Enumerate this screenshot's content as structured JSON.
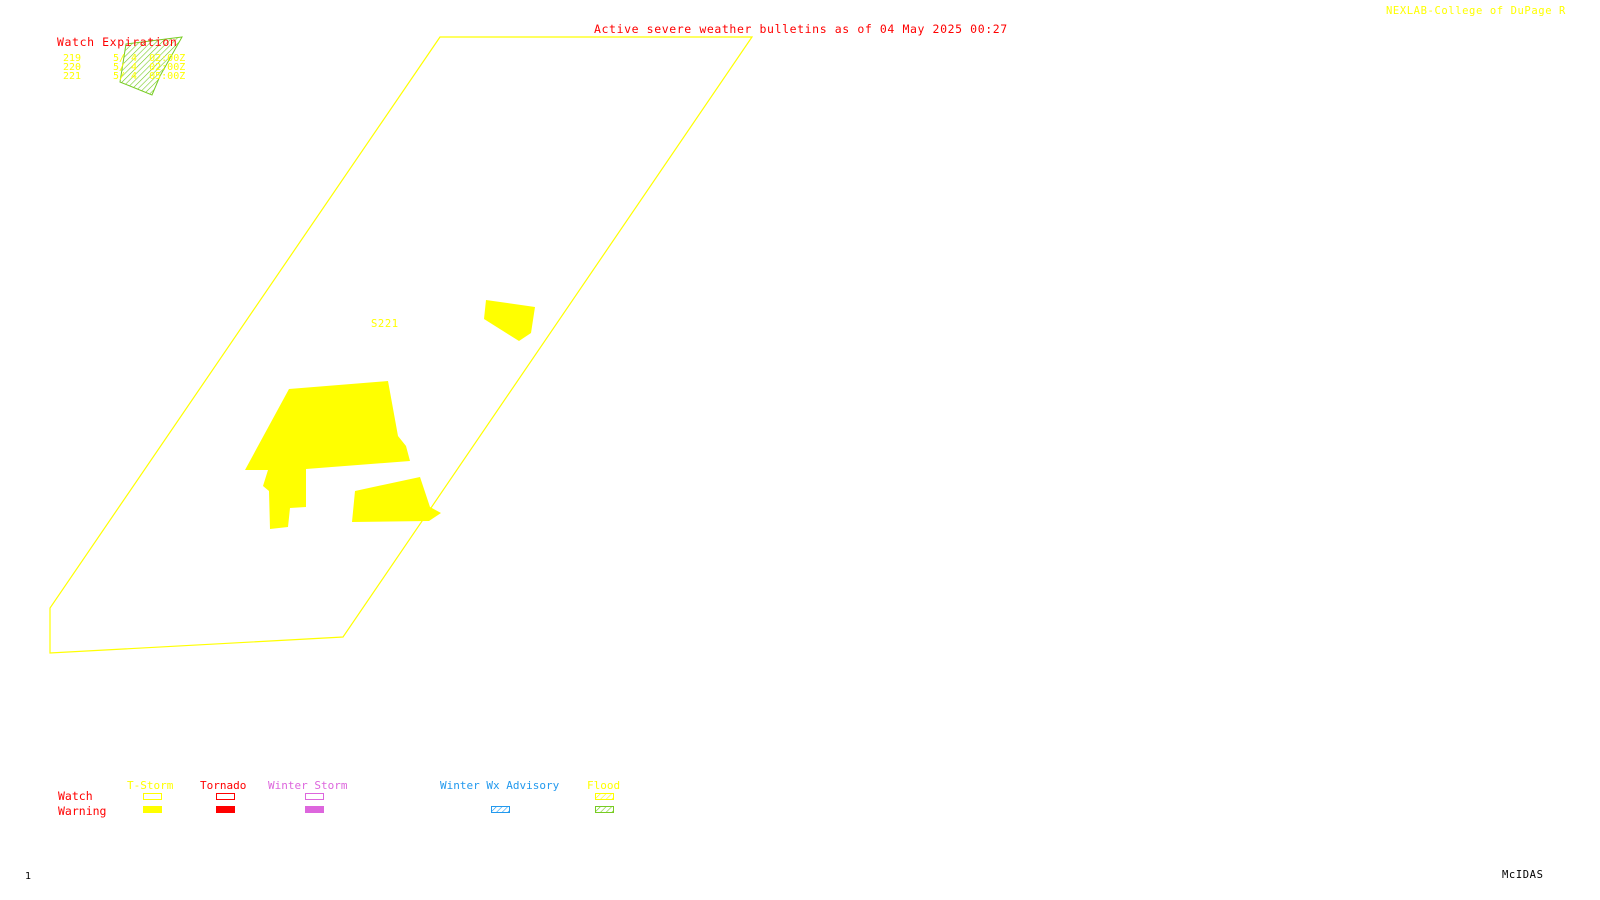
{
  "header": {
    "title": "Active severe weather bulletins as of 04 May 2025 00:27",
    "credit": "NEXLAB-College of DuPage R"
  },
  "watch_expiration": {
    "title": "Watch Expiration",
    "watches": [
      {
        "number": "219",
        "expires": "5/ 4  02:00Z"
      },
      {
        "number": "220",
        "expires": "5/ 4  02:00Z"
      },
      {
        "number": "221",
        "expires": "5/ 4  05:00Z"
      }
    ]
  },
  "map": {
    "watch_label": "S221",
    "colors": {
      "tstorm": "#ffff00",
      "tornado": "#ff0000",
      "winter_storm": "#dd66dd",
      "winter_advisory": "#2299ee",
      "flood": "#77cc22"
    }
  },
  "legend": {
    "row_watch": "Watch",
    "row_warning": "Warning",
    "categories": [
      {
        "name": "T-Storm",
        "color": "#ffff00"
      },
      {
        "name": "Tornado",
        "color": "#ff0000"
      },
      {
        "name": "Winter Storm",
        "color": "#dd66dd"
      },
      {
        "name": "Winter Wx Advisory",
        "color": "#2299ee"
      },
      {
        "name": "Flood",
        "color": "#ffff00"
      }
    ]
  },
  "footer": {
    "frame_number": "1",
    "software": "McIDAS"
  }
}
